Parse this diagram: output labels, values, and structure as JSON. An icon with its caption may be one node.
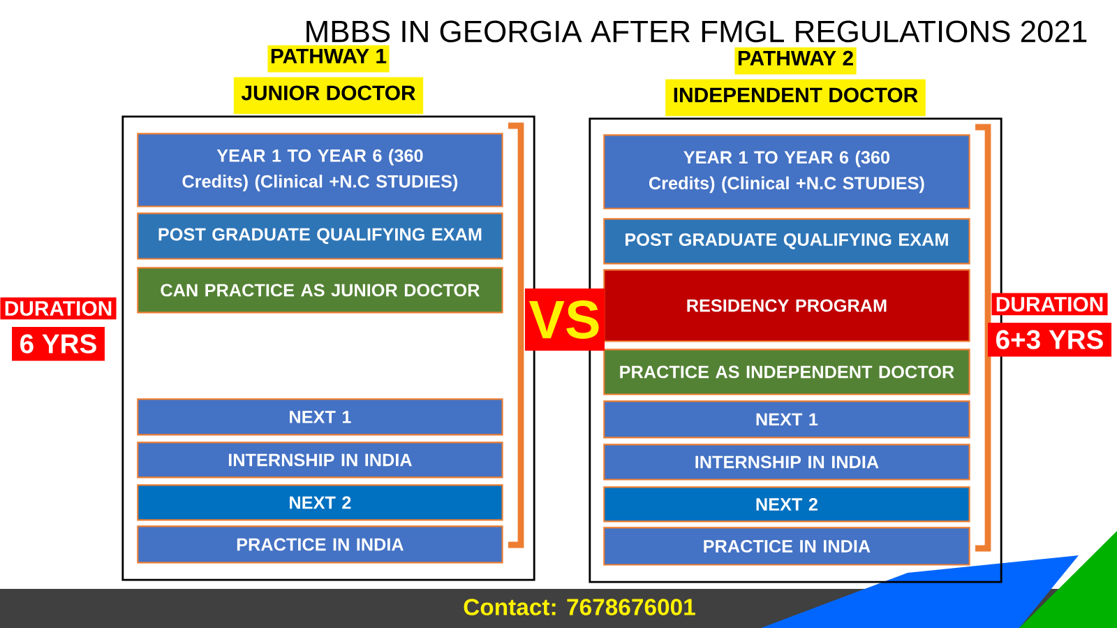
{
  "diagram": {
    "title": "MBBS IN GEORGIA AFTER FMGL REGULATIONS 2021",
    "nodes": [
      {
        "text": [
          "PATHWAY 1",
          "JUNIOR DOCTOR"
        ]
      },
      {
        "text": [
          "YEAR 1 TO YEAR 6 (360 Credits) (Clinical +N.C STUDIES)"
        ],
        "in": 0
      },
      {
        "text": [
          "POST GRADUATE QUALIFYING EXAM"
        ],
        "in": 0
      },
      {
        "text": [
          "CAN PRACTICE AS JUNIOR DOCTOR"
        ],
        "in": 0
      },
      {
        "text": [
          "NEXT 1"
        ],
        "in": 0
      },
      {
        "text": [
          "INTERNSHIP IN INDIA"
        ],
        "in": 0
      },
      {
        "text": [
          "NEXT 2"
        ],
        "in": 0
      },
      {
        "text": [
          "PRACTICE IN INDIA"
        ],
        "in": 0
      },
      {
        "text": [
          "PATHWAY 2",
          "INDEPENDENT DOCTOR"
        ]
      },
      {
        "text": [
          "YEAR 1 TO YEAR 6 (360 Credits) (Clinical +N.C STUDIES)"
        ],
        "in": 8
      },
      {
        "text": [
          "POST GRADUATE QUALIFYING EXAM"
        ],
        "in": 8
      },
      {
        "text": [
          "RESIDENCY PROGRAM"
        ],
        "in": 8
      },
      {
        "text": [
          "PRACTICE AS INDEPENDENT  DOCTOR"
        ],
        "in": 8
      },
      {
        "text": [
          "NEXT 1"
        ],
        "in": 8
      },
      {
        "text": [
          "INTERNSHIP IN INDIA"
        ],
        "in": 8
      },
      {
        "text": [
          "NEXT 2"
        ],
        "in": 8
      },
      {
        "text": [
          "PRACTICE IN INDIA"
        ],
        "in": 8
      },
      {
        "text": [
          "VS"
        ]
      },
      {
        "text": [
          "DURATION",
          "6 YRS"
        ]
      },
      {
        "text": [
          "DURATION",
          "6+3 YRS"
        ]
      }
    ],
    "labels": [
      "Contact:  7678676001"
    ]
  }
}
